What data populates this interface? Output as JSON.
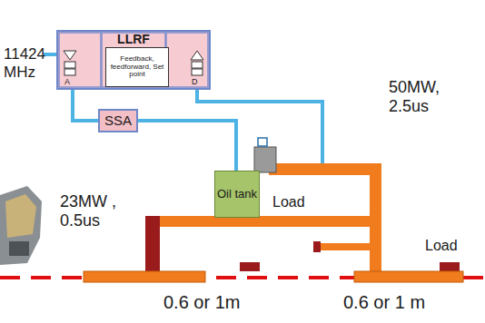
{
  "diagram": {
    "nodes": [
      {
        "text": [
          "LLRF"
        ]
      },
      {
        "text": [
          "Feedback, feedforward, Set point"
        ],
        "in": 0
      },
      {
        "text": [
          "SSA"
        ]
      },
      {
        "text": [
          "Oil tank"
        ]
      }
    ],
    "edges": [
      {
        "from": 0,
        "to": 2,
        "arrow": "none"
      },
      {
        "from": 2,
        "to": 3,
        "arrow": "none"
      }
    ],
    "labels": [
      "11424 MHz",
      "A",
      "D",
      "50MW, 2.5us",
      "23MW , 0.5us",
      "Load",
      "Load",
      "0.6 or 1m",
      "0.6 or 1 m"
    ]
  }
}
